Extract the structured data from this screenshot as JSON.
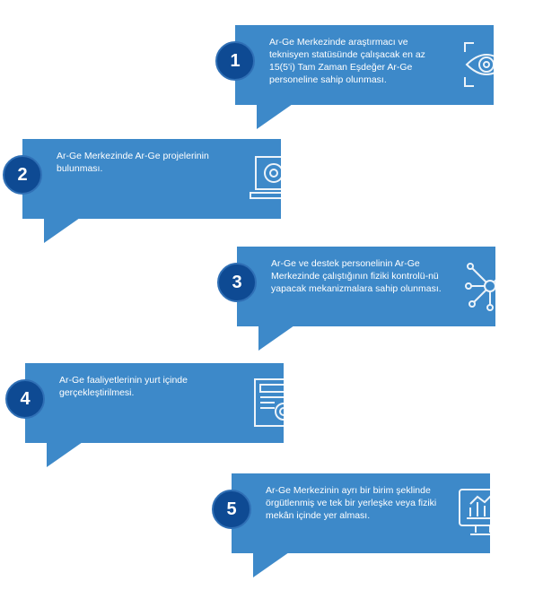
{
  "items": [
    {
      "number": "1",
      "text": "Ar-Ge Merkezinde araştırmacı ve teknisyen statüsünde çalışacak en az 15(5'i) Tam Zaman Eşdeğer Ar-Ge personeline sahip olunması.",
      "icon": "eye-scan-icon"
    },
    {
      "number": "2",
      "text": "Ar-Ge Merkezinde Ar-Ge projelerinin bulunması.",
      "icon": "laptop-camera-icon"
    },
    {
      "number": "3",
      "text": "Ar-Ge ve destek personelinin Ar-Ge Merkezinde çalıştığının fiziki kontrolü-nü yapacak mekanizmalara sahip olunması.",
      "icon": "network-nodes-icon"
    },
    {
      "number": "4",
      "text": "Ar-Ge faaliyetlerinin yurt içinde gerçekleştirilmesi.",
      "icon": "document-icon"
    },
    {
      "number": "5",
      "text": "Ar-Ge Merkezinin ayrı bir birim şeklinde örgütlenmiş ve tek bir yerleşke veya fiziki mekân içinde yer alması.",
      "icon": "monitor-chart-icon"
    }
  ],
  "colors": {
    "box": "#3d89c9",
    "circle": "#0e4a93"
  }
}
